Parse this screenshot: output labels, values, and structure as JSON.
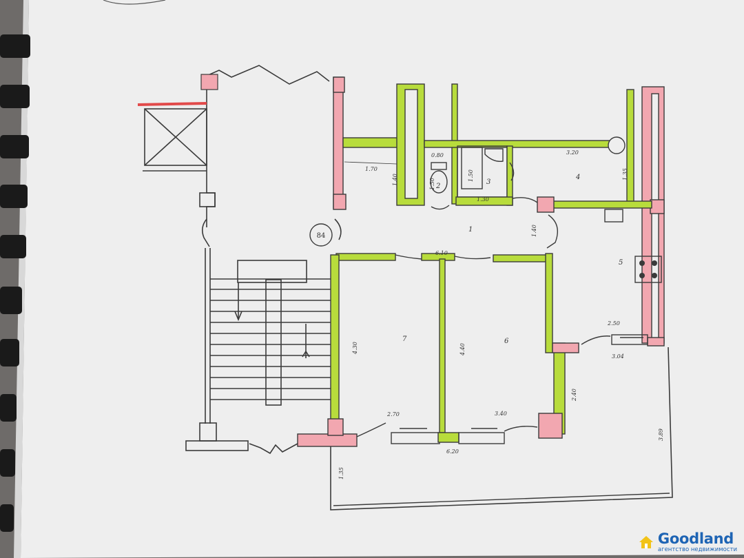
{
  "floorplan": {
    "apartment_number": "84",
    "rooms": [
      {
        "id": "room-1",
        "label": "1"
      },
      {
        "id": "room-2",
        "label": "2"
      },
      {
        "id": "room-3",
        "label": "3"
      },
      {
        "id": "room-4",
        "label": "4"
      },
      {
        "id": "room-5",
        "label": "5"
      },
      {
        "id": "room-6",
        "label": "6"
      },
      {
        "id": "room-7",
        "label": "7"
      }
    ],
    "dimensions": {
      "d_0_80": "0.80",
      "d_1_70": "1.70",
      "d_1_40a": "1.40",
      "d_1_50": "1.50",
      "d_1_50b": "1.50",
      "d_1_30": "1.30",
      "d_3_20": "3.20",
      "d_1_35a": "1.35",
      "d_1_40b": "1.40",
      "d_6_10": "6.10",
      "d_4_30": "4.30",
      "d_4_40": "4.40",
      "d_2_50": "2.50",
      "d_3_04": "3.04",
      "d_2_40": "2.40",
      "d_2_70": "2.70",
      "d_3_40": "3.40",
      "d_6_20": "6.20",
      "d_3_89": "3.89",
      "d_1_35b": "1.35"
    },
    "colors": {
      "wall_green": "#b8dc3c",
      "wall_pink": "#f2a7b0",
      "wall_red": "#e24a4a",
      "paper": "#efefef",
      "line": "#3a3a3a"
    }
  },
  "watermark": {
    "brand": "Goodland",
    "tagline": "агентство недвижимости",
    "icon": "house-icon",
    "color": "#1e64b4",
    "accent": "#f2c318"
  }
}
